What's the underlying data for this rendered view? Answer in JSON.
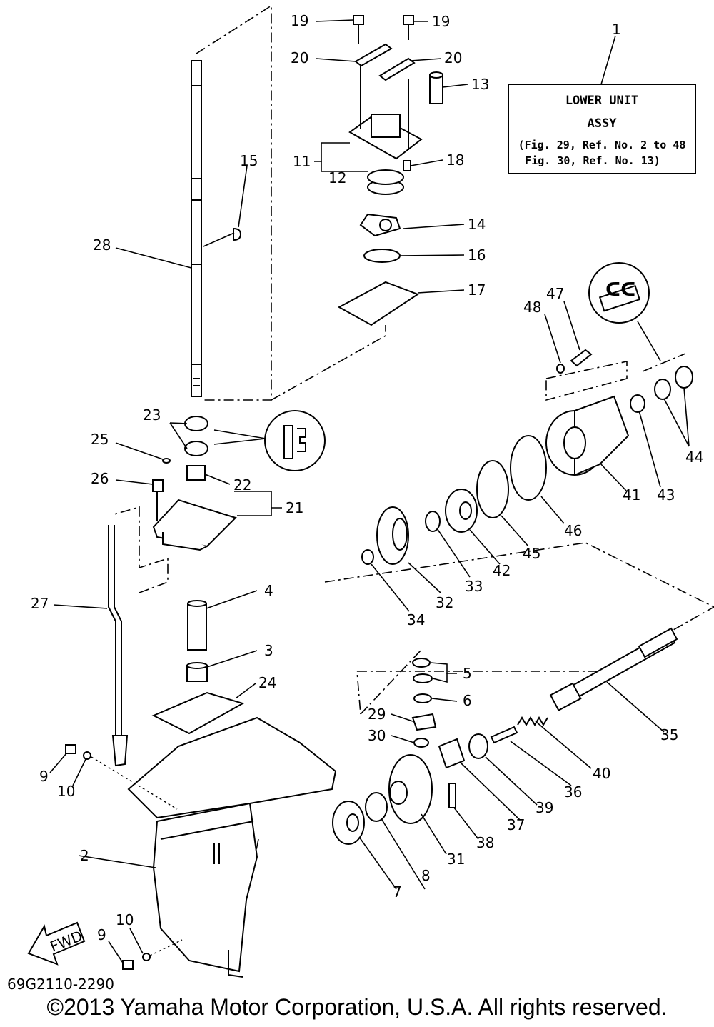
{
  "assembly_box": {
    "line1": "LOWER UNIT",
    "line2": "ASSY",
    "line3": "(Fig. 29, Ref. No. 2 to 48",
    "line4": "Fig. 30, Ref. No. 13)"
  },
  "part_code": "69G2110-2290",
  "fwd_label": "FWD",
  "copyright": "©2013 Yamaha Motor Corporation, U.S.A. All rights reserved.",
  "callouts": {
    "c1": "1",
    "c2": "2",
    "c3": "3",
    "c4": "4",
    "c5": "5",
    "c6": "6",
    "c7": "7",
    "c8": "8",
    "c9a": "9",
    "c9b": "9",
    "c10a": "10",
    "c10b": "10",
    "c11": "11",
    "c12": "12",
    "c13": "13",
    "c14": "14",
    "c15": "15",
    "c16": "16",
    "c17": "17",
    "c18": "18",
    "c19a": "19",
    "c19b": "19",
    "c20a": "20",
    "c20b": "20",
    "c21": "21",
    "c22": "22",
    "c23": "23",
    "c24": "24",
    "c25": "25",
    "c26": "26",
    "c27": "27",
    "c28": "28",
    "c29": "29",
    "c30": "30",
    "c31": "31",
    "c32": "32",
    "c33": "33",
    "c34": "34",
    "c35": "35",
    "c36": "36",
    "c37": "37",
    "c38": "38",
    "c39": "39",
    "c40": "40",
    "c41": "41",
    "c42": "42",
    "c43": "43",
    "c44": "44",
    "c45": "45",
    "c46": "46",
    "c47": "47",
    "c48": "48"
  }
}
